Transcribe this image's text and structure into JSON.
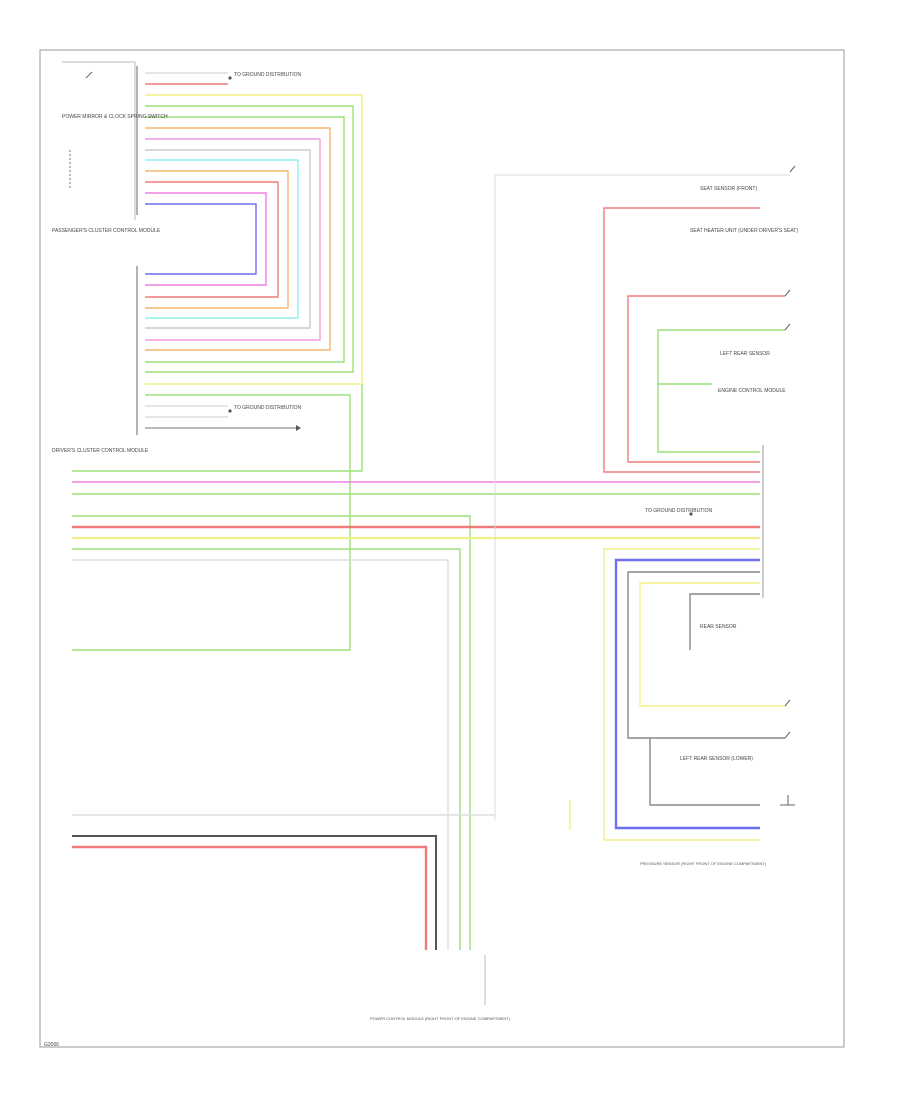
{
  "components": {
    "power_mirror_switch": "POWER MIRROR & CLOCK SPRING SWITCH",
    "passenger_module": "PASSENGER'S CLUSTER CONTROL MODULE",
    "driver_module": "DRIVER'S CLUSTER CONTROL MODULE",
    "seat_heater_unit": "SEAT HEATER UNIT (UNDER DRIVER'S SEAT)",
    "seat_sensor_front": "SEAT SENSOR (FRONT)",
    "engine_control_module": "ENGINE CONTROL MODULE",
    "left_sensor": "LEFT REAR SENSOR",
    "rear_sensor": "REAR SENSOR",
    "left_rear_sensor_low": "LEFT REAR SENSOR (LOWER)",
    "pressure_sensor": "PRESSURE SENSOR (RIGHT FRONT OF ENGINE COMPARTMENT)",
    "power_control_module": "POWER CONTROL MODULE (RIGHT FRONT OF ENGINE COMPARTMENT)"
  },
  "connectors": {
    "ground_a": "TO GROUND DISTRIBUTION",
    "ground_b": "TO GROUND DISTRIBUTION",
    "ground_c": "TO GROUND DISTRIBUTION"
  },
  "corner_label": "G2006",
  "colors": {
    "frame": "#888888",
    "wire_green": "#9be07a",
    "wire_pink": "#f39adf",
    "wire_red": "#f07a7a",
    "wire_yellow": "#f2f089",
    "wire_cyan": "#8ff0f0",
    "wire_orange": "#f5b56e",
    "wire_blue": "#6f6ff2",
    "wire_gray": "#d8d8d8",
    "wire_black": "#555555",
    "wire_magenta": "#ef7fe0"
  }
}
